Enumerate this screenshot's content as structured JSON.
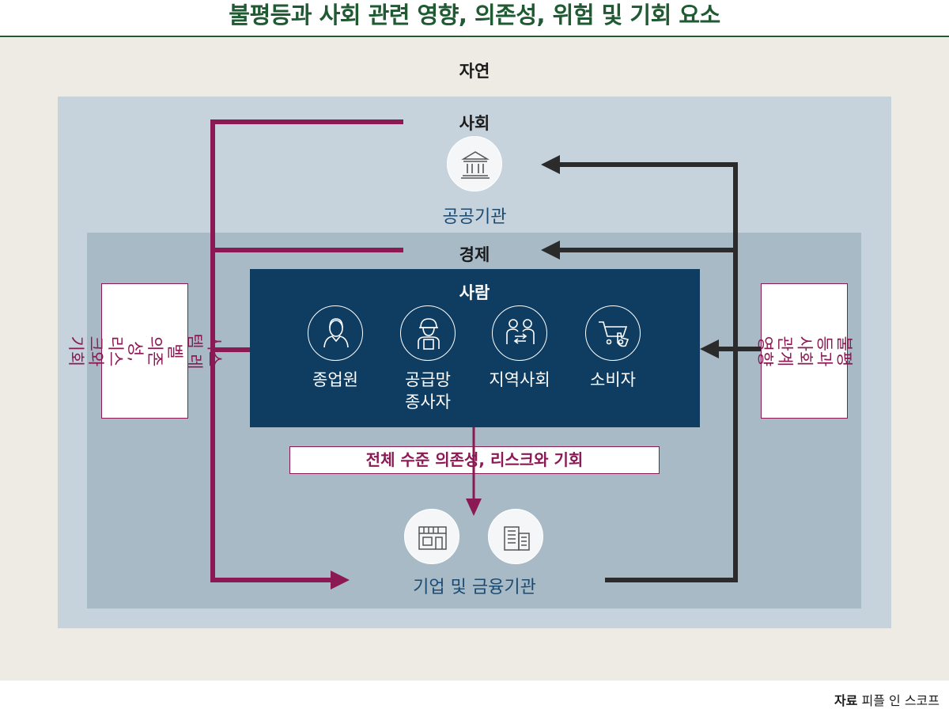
{
  "title": "불평등과 사회 관련 영향, 의존성, 위험 및 기회 요소",
  "layers": {
    "nature": "자연",
    "society": "사회",
    "economy": "경제",
    "people": "사람"
  },
  "society_entity": {
    "label": "공공기관",
    "icon": "bank-icon"
  },
  "people_items": [
    {
      "label": "종업원",
      "icon": "employee-icon"
    },
    {
      "label": "공급망\n종사자",
      "icon": "worker-helmet-icon"
    },
    {
      "label": "지역사회",
      "icon": "community-icon"
    },
    {
      "label": "소비자",
      "icon": "shopping-cart-icon"
    }
  ],
  "left_box": "시스템 레벨\n의존성,\n리스크와 기회",
  "right_box": "불평등과\n사회 관계\n영향",
  "middle_box": "전체 수준 의존성, 리스크와 기회",
  "business": {
    "label": "기업 및 금융기관",
    "icons": [
      "store-icon",
      "office-building-icon"
    ]
  },
  "source": {
    "prefix": "자료",
    "name": "피플 인 스코프"
  },
  "colors": {
    "title": "#1f5a32",
    "dependency_arrow": "#8b1a54",
    "impact_arrow": "#2b2b2b",
    "people_box": "#0f3d61"
  }
}
